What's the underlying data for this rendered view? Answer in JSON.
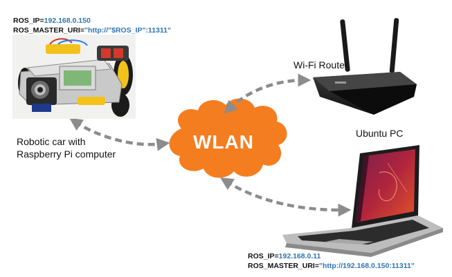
{
  "car": {
    "ros_ip_key": "ROS_IP",
    "ros_ip_value": "192.168.0.150",
    "master_key": "ROS_MASTER_URI",
    "master_value": "\"http://\"$ROS_IP\":11311\"",
    "label_line1": "Robotic car with",
    "label_line2": "Raspberry Pi computer"
  },
  "router": {
    "label": "Wi-Fi Router"
  },
  "cloud": {
    "label": "WLAN"
  },
  "pc": {
    "label": "Ubuntu PC",
    "ros_ip_key": "ROS_IP",
    "ros_ip_value": "192.168.0.11",
    "master_key": "ROS_MASTER_URI",
    "master_value": "\"http://192.168.0.150:11311\""
  },
  "colors": {
    "cloud_orange": "#f47d20",
    "arrow_gray": "#8c8c8c",
    "value_blue": "#2e74b5"
  }
}
